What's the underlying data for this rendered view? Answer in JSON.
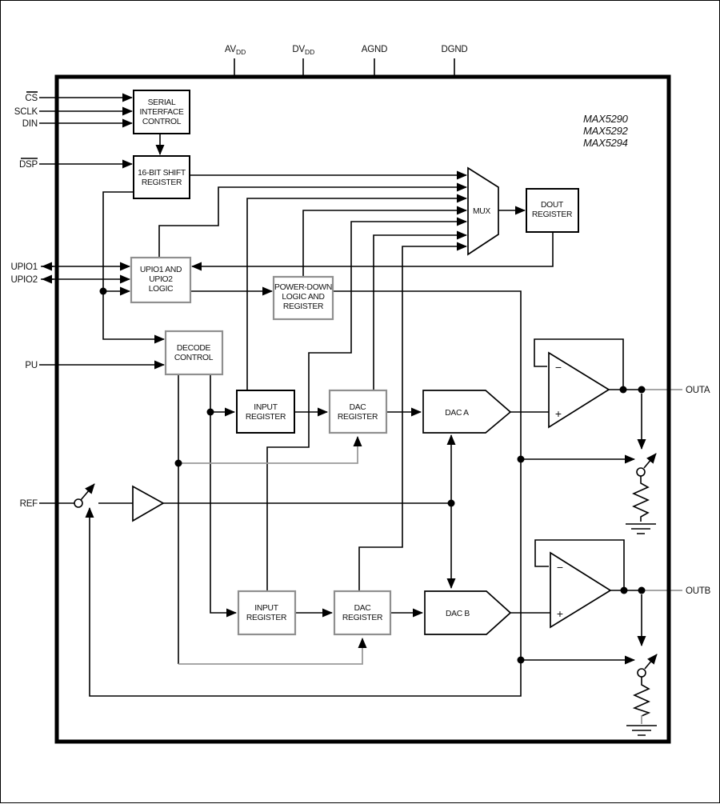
{
  "device_names": [
    "MAX5290",
    "MAX5292",
    "MAX5294"
  ],
  "pins": {
    "top": [
      {
        "main": "AV",
        "sub": "DD"
      },
      {
        "main": "DV",
        "sub": "DD"
      },
      {
        "main": "AGND",
        "sub": ""
      },
      {
        "main": "DGND",
        "sub": ""
      }
    ],
    "left": [
      "CS",
      "SCLK",
      "DIN",
      "DSP",
      "UPIO1",
      "UPIO2",
      "PU",
      "REF"
    ],
    "right": [
      "OUTA",
      "OUTB"
    ]
  },
  "blocks": {
    "serial_interface": {
      "lines": [
        "SERIAL",
        "INTERFACE",
        "CONTROL"
      ]
    },
    "shift_register": {
      "lines": [
        "16-BIT SHIFT",
        "REGISTER"
      ]
    },
    "dout_register": {
      "lines": [
        "DOUT",
        "REGISTER"
      ]
    },
    "upio_logic": {
      "lines": [
        "UPIO1 AND",
        "UPIO2",
        "LOGIC"
      ]
    },
    "power_down": {
      "lines": [
        "POWER-DOWN",
        "LOGIC AND",
        "REGISTER"
      ]
    },
    "decode_control": {
      "lines": [
        "DECODE",
        "CONTROL"
      ]
    },
    "input_register_a": {
      "lines": [
        "INPUT",
        "REGISTER"
      ]
    },
    "dac_register_a": {
      "lines": [
        "DAC",
        "REGISTER"
      ]
    },
    "input_register_b": {
      "lines": [
        "INPUT",
        "REGISTER"
      ]
    },
    "dac_register_b": {
      "lines": [
        "DAC",
        "REGISTER"
      ]
    },
    "mux": {
      "label": "MUX"
    },
    "dac_a": {
      "label": "DAC A"
    },
    "dac_b": {
      "label": "DAC B"
    }
  },
  "opamp": {
    "minus": "−",
    "plus": "+"
  },
  "colors": {
    "line": "#000000",
    "gray_line": "#9a9a9a",
    "gray_border": "#8f8f8f"
  }
}
